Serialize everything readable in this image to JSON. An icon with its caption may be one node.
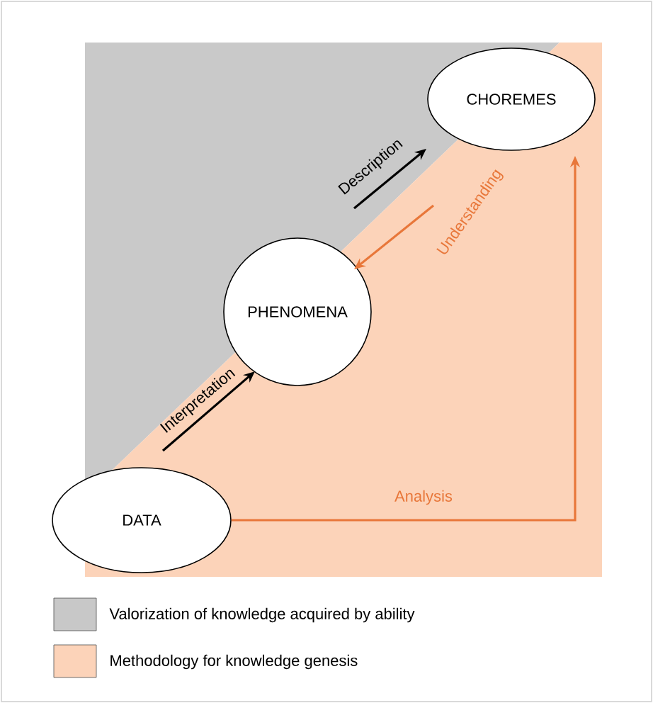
{
  "diagram": {
    "nodes": [
      {
        "text": [
          "DATA"
        ]
      },
      {
        "text": [
          "PHENOMENA"
        ]
      },
      {
        "text": [
          "CHOREMES"
        ]
      }
    ],
    "edges": [
      {
        "from": 0,
        "to": 1,
        "arrow": "to",
        "label": "Interpretation"
      },
      {
        "from": 1,
        "to": 2,
        "arrow": "to",
        "label": "Description"
      },
      {
        "from": 2,
        "to": 1,
        "arrow": "to",
        "label": "Understanding",
        "color": "#e8773a"
      },
      {
        "from": 0,
        "to": 2,
        "arrow": "to",
        "label": "Analysis",
        "color": "#e8773a"
      }
    ],
    "legend": [
      {
        "text": "Valorization of knowledge acquired by ability",
        "color": "#c8c8c8"
      },
      {
        "text": "Methodology for knowledge genesis",
        "color": "#fcd3b9"
      }
    ]
  }
}
